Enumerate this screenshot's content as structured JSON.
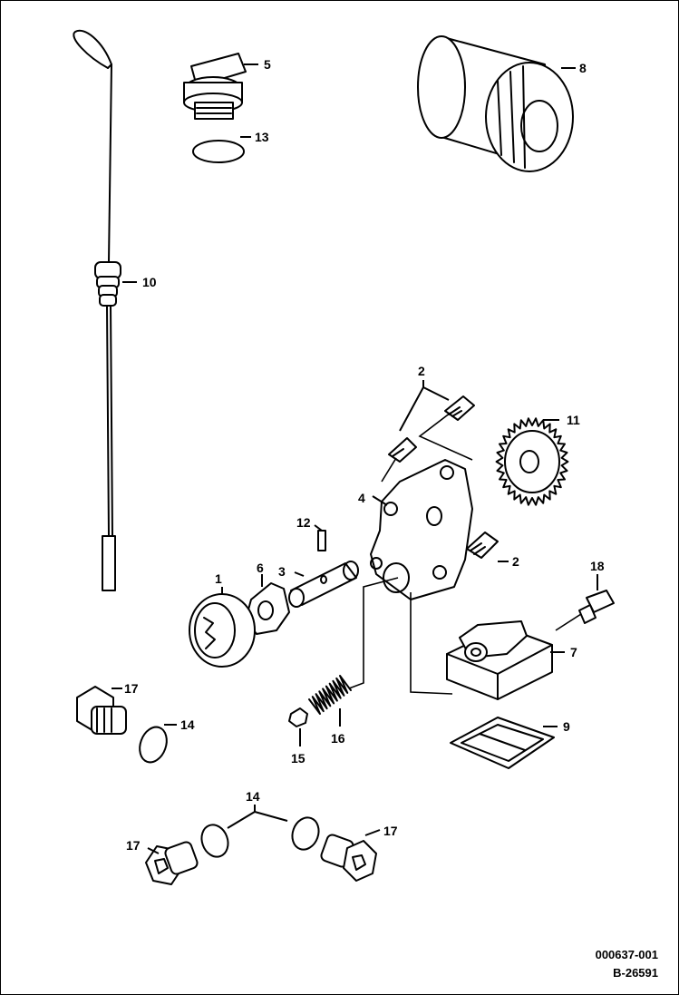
{
  "diagram": {
    "callouts": {
      "c1": "1",
      "c2a": "2",
      "c2b": "2",
      "c4": "4",
      "c5": "5",
      "c6": "6",
      "c7": "7",
      "c8": "8",
      "c9": "9",
      "c10": "10",
      "c11": "11",
      "c12": "12",
      "c13": "13",
      "c14a": "14",
      "c14b": "14",
      "c15": "15",
      "c16": "16",
      "c17a": "17",
      "c17b": "17",
      "c17c": "17",
      "c18": "18",
      "c3": "3"
    },
    "reference": {
      "drawing_number": "000637-001",
      "bobcat_number": "B-26591"
    }
  }
}
